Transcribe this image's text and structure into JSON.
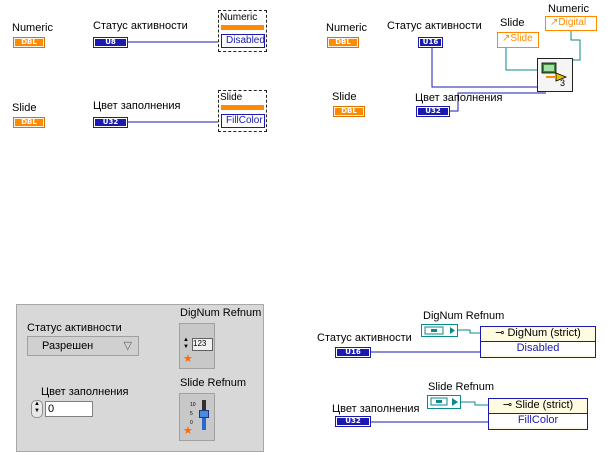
{
  "topleft": {
    "numeric_label": "Numeric",
    "numeric_type": "DBL",
    "status_label": "Статус активности",
    "status_type": "U8",
    "numeric_prop_label": "Numeric",
    "disabled": "Disabled",
    "slide_label": "Slide",
    "slide_type": "DBL",
    "color_label": "Цвет заполнения",
    "color_type": "U32",
    "slide_prop_label": "Slide",
    "fillcolor": "FillColor"
  },
  "topright": {
    "numeric_label": "Numeric",
    "numeric_type": "DBL",
    "status_label": "Статус активности",
    "status_type": "U16",
    "slide_ref_label": "Slide",
    "slide_ref": "Slide",
    "numeric_ref_label": "Numeric",
    "digital_ref": "Digital",
    "slide_label": "Slide",
    "slide_type": "DBL",
    "color_label": "Цвет заполнения",
    "color_type": "U32",
    "subvi_count": "3"
  },
  "panel": {
    "status_label": "Статус активности",
    "status_value": "Разрешен",
    "color_label": "Цвет заполнения",
    "color_value": "0",
    "dignum_label": "DigNum Refnum",
    "dignum_text": "123",
    "slide_refnum_label": "Slide Refnum",
    "slide_scale": [
      "10",
      "5",
      "0"
    ]
  },
  "bottomright": {
    "dignum_label": "DigNum Refnum",
    "status_label": "Статус активности",
    "status_type": "U16",
    "dignum_node": "DigNum (strict)",
    "disabled": "Disabled",
    "slide_refnum_label": "Slide Refnum",
    "color_label": "Цвет заполнения",
    "color_type": "U32",
    "slide_node": "Slide (strict)",
    "fillcolor": "FillColor"
  },
  "colors": {
    "orange": "#ff8a00",
    "blue": "#1a1ab0",
    "teal": "#0a8a8a",
    "panel_bg": "#d8d8d8"
  }
}
